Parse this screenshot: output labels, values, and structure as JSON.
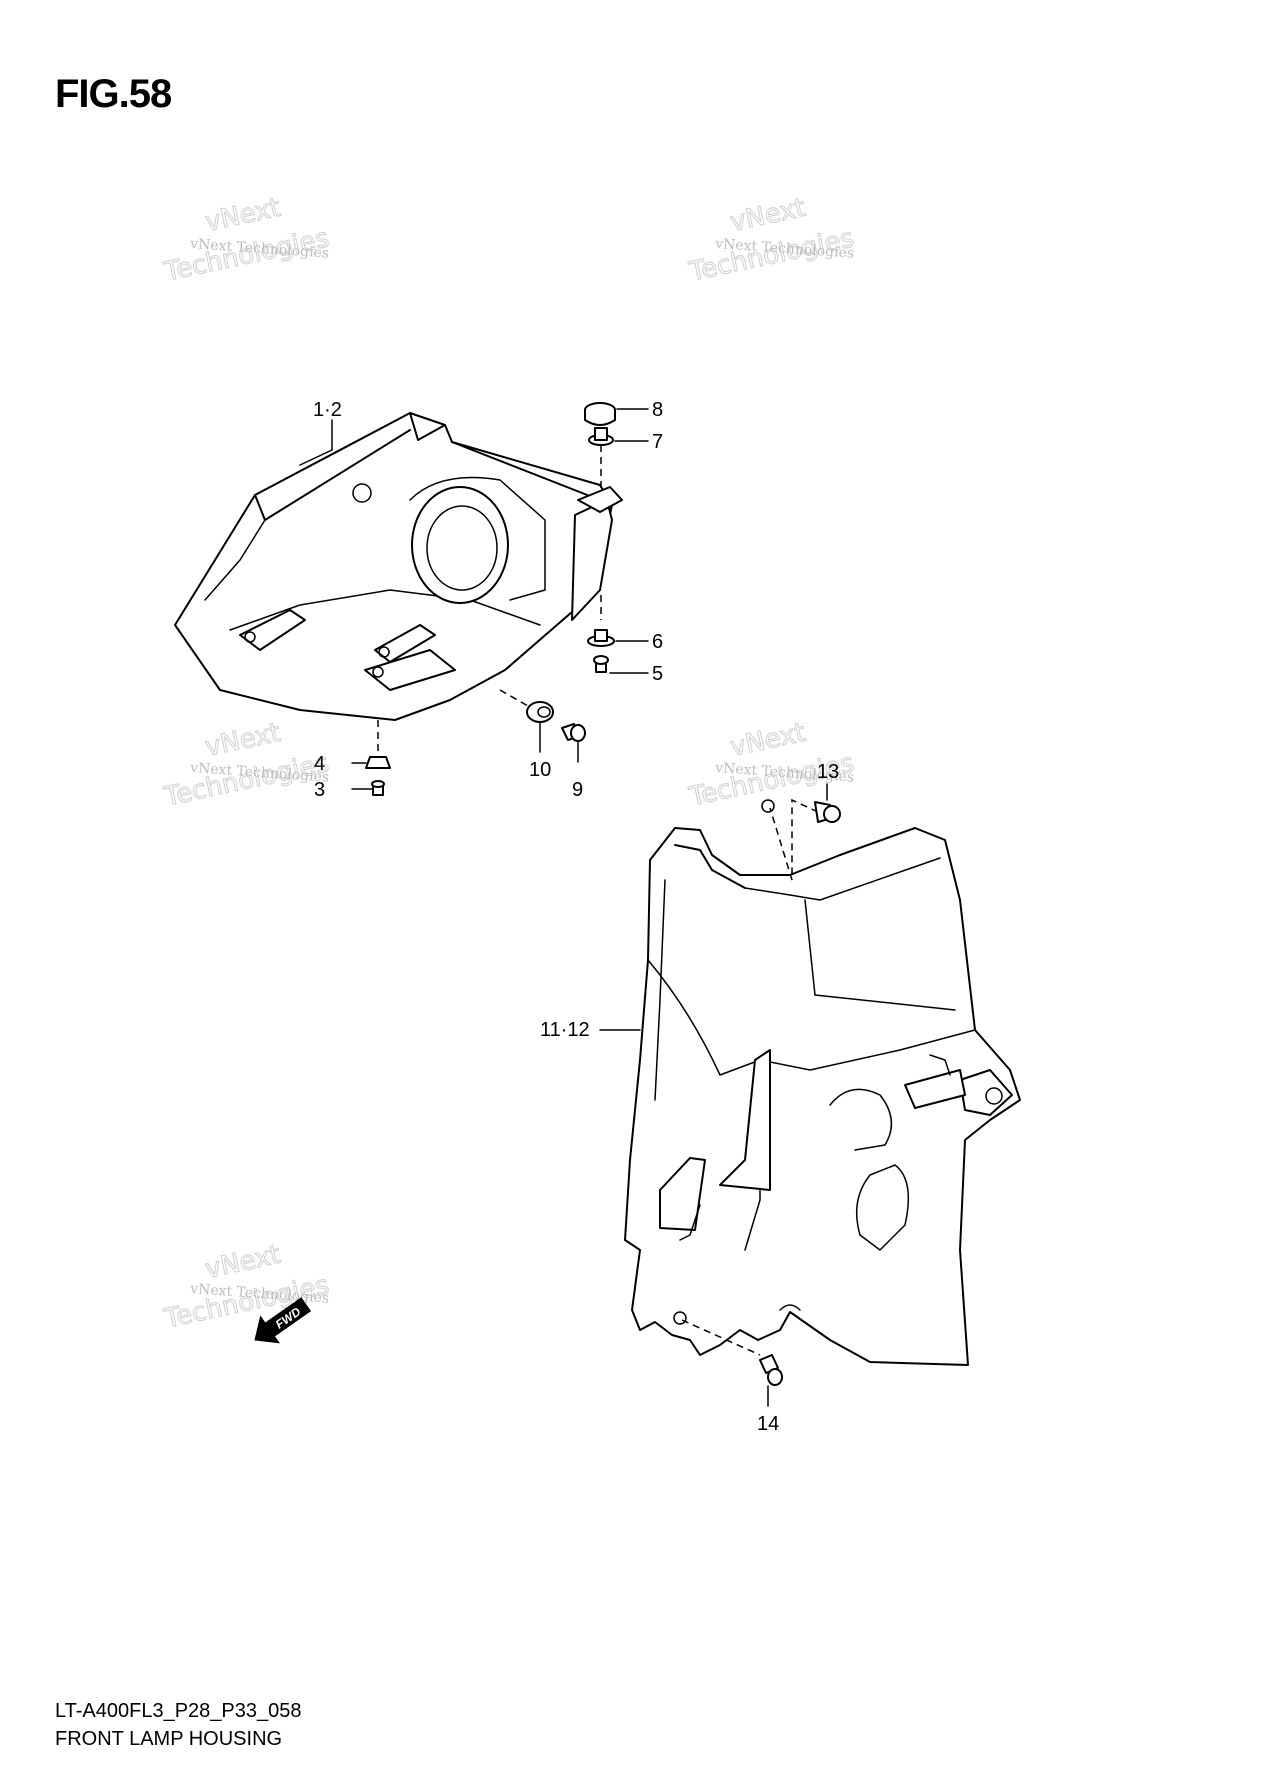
{
  "figure": {
    "title": "FIG.58",
    "code": "LT-A400FL3_P28_P33_058",
    "caption": "FRONT LAMP HOUSING"
  },
  "watermark": {
    "small": "vNext Technologies",
    "big_top": "vNext",
    "big_bottom": "Technologies"
  },
  "fwd_label": "FWD",
  "callouts": {
    "c1_2": "1·2",
    "c3": "3",
    "c4": "4",
    "c5": "5",
    "c6": "6",
    "c7": "7",
    "c8": "8",
    "c9": "9",
    "c10": "10",
    "c11_12": "11·12",
    "c13": "13",
    "c14": "14"
  }
}
